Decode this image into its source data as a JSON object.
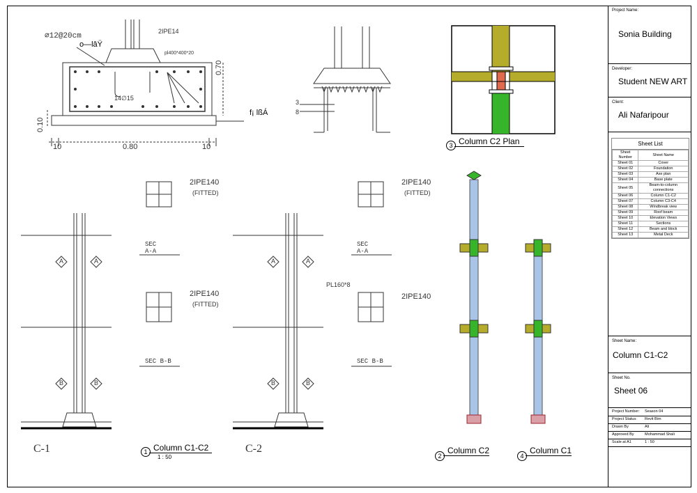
{
  "titleblock": {
    "project_name_label": "Project Name:",
    "project_name": "Sonia Building",
    "developer_label": "Developer:",
    "developer": "Student NEW ART",
    "client_label": "Client:",
    "client": "Ali Nafaripour",
    "sheet_name_label": "Sheet Name:",
    "sheet_name": "Column C1-C2",
    "sheet_no_label": "Sheet No.",
    "sheet_no": "Sheet 06",
    "info": [
      {
        "k": "Project Number:",
        "v": "Season 04"
      },
      {
        "k": "Project Status:",
        "v": "Revit Bim"
      },
      {
        "k": "Drawn By",
        "v": "Ali"
      },
      {
        "k": "Approved By",
        "v": "Mohammad Shali"
      },
      {
        "k": "Scale at A1",
        "v": "1 : 50"
      }
    ]
  },
  "sheet_list": {
    "title": "Sheet List",
    "headers": [
      "Sheet Number",
      "Sheet Name"
    ],
    "rows": [
      [
        "Sheet 01",
        "Cover"
      ],
      [
        "Sheet 02",
        "Foundation"
      ],
      [
        "Sheet 03",
        "Axe plan"
      ],
      [
        "Sheet 04",
        "Base plate"
      ],
      [
        "Sheet 05",
        "Beam-to-column connections"
      ],
      [
        "Sheet 06",
        "Column C1-C2"
      ],
      [
        "Sheet 07",
        "Column C3-C4"
      ],
      [
        "Sheet 08",
        "Windbreak view"
      ],
      [
        "Sheet 09",
        "Roof beam"
      ],
      [
        "Sheet 10",
        "Elevation Views"
      ],
      [
        "Sheet 11",
        "Sections"
      ],
      [
        "Sheet 12",
        "Beam and block"
      ],
      [
        "Sheet 13",
        "Metal Deck"
      ]
    ]
  },
  "views": {
    "v1": {
      "num": "1",
      "title": "Column C1-C2",
      "scale": "1 : 50"
    },
    "v2": {
      "num": "2",
      "title": "Column C2"
    },
    "v3": {
      "num": "3",
      "title": "Column C2 Plan"
    },
    "v4": {
      "num": "4",
      "title": "Column C1"
    }
  },
  "annotations": {
    "rebar_top": "∅12@20cm",
    "garbled1": "o—lâŸ",
    "ipe_top": "2IPE14",
    "plate": "pl400*400*20",
    "rebar_mid": "14∅15",
    "dim_070": "0.70",
    "dim_010": "0.10",
    "dim_080": "0.80",
    "dim_10a": "10",
    "dim_10b": "10",
    "garbled2": "f¡ lßÁ",
    "dim3": "3",
    "dim8": "8",
    "section_a": "2IPE140",
    "fitted": "(FITTED)",
    "sec_aa": "SEC\nA-A",
    "sec_bb": "SEC B-B",
    "pl160": "PL160*8",
    "c1": "C-1",
    "c2": "C-2",
    "axis_a": "A",
    "axis_b": "B"
  },
  "colors": {
    "beam_olive": "#b5ac2b",
    "beam_green": "#37b52a",
    "plate_orange": "#e06a4d",
    "col_blue": "#a9c4e6"
  }
}
